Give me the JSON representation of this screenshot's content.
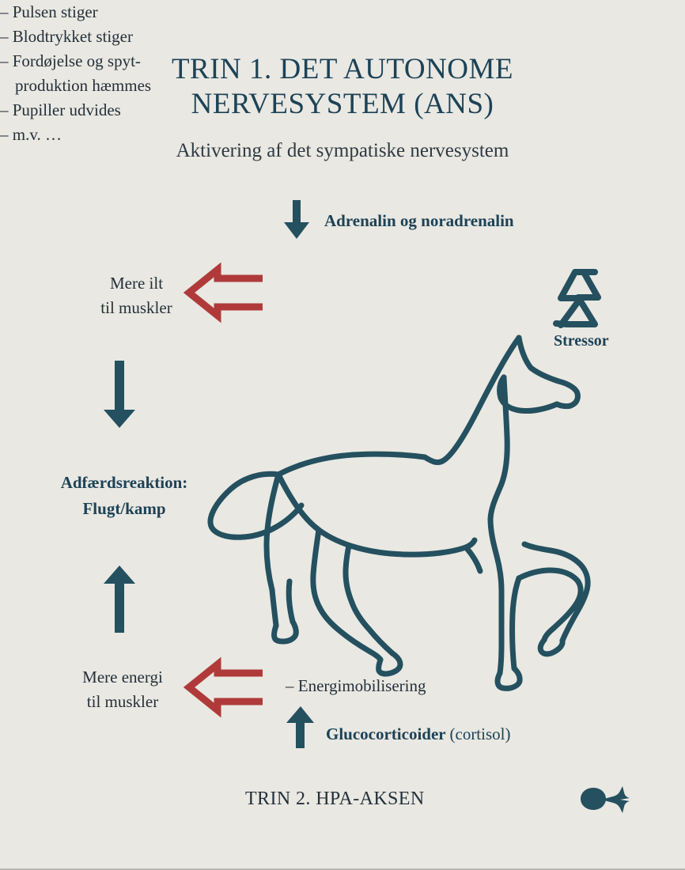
{
  "colors": {
    "background": "#e9e8e2",
    "teal": "#1d4256",
    "ink": "#24303a",
    "line": "#24505f",
    "red_arrow": "#b03a3a"
  },
  "header": {
    "title_line1": "TRIN 1. DET AUTONOME",
    "title_line2": "NERVESYSTEM (ANS)",
    "subtitle": "Aktivering af det sympatiske nervesystem"
  },
  "hormones": {
    "adrenalin_label": "Adrenalin og noradrenalin",
    "down_arrow_icon": "arrow-down-icon"
  },
  "symptoms": {
    "items": [
      "– Pulsen stiger",
      "– Blodtrykket stiger",
      "– Fordøjelse og spyt-",
      "produktion hæmmes",
      "– Pupiller udvides",
      "– m.v. …"
    ]
  },
  "left_chain": {
    "oxygen_line1": "Mere ilt",
    "oxygen_line2": "til muskler",
    "behaviour_line1": "Adfærdsreaktion:",
    "behaviour_line2": "Flugt/kamp",
    "energy_line1": "Mere energi",
    "energy_line2": "til muskler",
    "red_arrow_top_icon": "arrow-left-outline-icon",
    "red_arrow_bottom_icon": "arrow-left-outline-icon",
    "down_arrow_icon": "arrow-down-icon",
    "up_arrow_icon": "arrow-up-icon"
  },
  "stressor": {
    "label": "Stressor",
    "icon": "lightning-bolt-icon"
  },
  "illustration": {
    "name": "horse-outline-illustration"
  },
  "bottom": {
    "energy_item": "– Energimobilisering",
    "gluco_bold": "Glucocorticoider",
    "gluco_paren": "(cortisol)",
    "up_arrow_icon": "arrow-up-icon",
    "next_step": "TRIN 2. HPA-AKSEN",
    "ornament_icon": "fleuron-ornament-icon"
  }
}
